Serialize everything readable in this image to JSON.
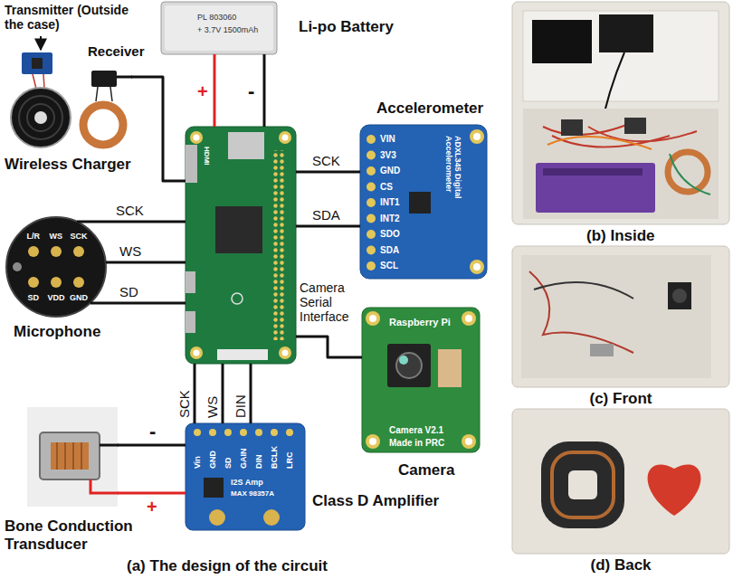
{
  "diagram": {
    "nodes": [
      {
        "text": [
          "Transmitter (Outside the case)"
        ]
      },
      {
        "text": [
          "Receiver"
        ]
      },
      {
        "text": [
          "Li-po Battery",
          "PL 803060",
          "+ 3.7V 1500mAh"
        ]
      },
      {
        "text": [
          "HDMI"
        ]
      },
      {
        "text": [
          "Accelerometer",
          "VIN",
          "3V3",
          "GND",
          "CS",
          "INT1",
          "INT2",
          "SDO",
          "SDA",
          "SCL",
          "ADXL345 Digital Accelerometer"
        ]
      },
      {
        "text": [
          "Microphone",
          "L/R",
          "WS",
          "SCK",
          "SD",
          "VDD",
          "GND"
        ]
      },
      {
        "text": [
          "Camera",
          "Raspberry Pi",
          "Camera V2.1",
          "Made in PRC"
        ]
      },
      {
        "text": [
          "Class D Amplifier",
          "Vin",
          "GND",
          "SD",
          "GAIN",
          "DIN",
          "BCLK",
          "LRC",
          "I2S Amp",
          "MAX 98357A"
        ]
      },
      {
        "text": [
          "Bone Conduction Transducer"
        ]
      }
    ],
    "edges": [
      {
        "from": 1,
        "to": 3,
        "arrow": "none"
      },
      {
        "from": 2,
        "to": 3,
        "label": "+",
        "arrow": "none"
      },
      {
        "from": 2,
        "to": 3,
        "label": "-",
        "arrow": "none"
      },
      {
        "from": 5,
        "to": 3,
        "label": "SCK",
        "arrow": "none"
      },
      {
        "from": 5,
        "to": 3,
        "label": "WS",
        "arrow": "none"
      },
      {
        "from": 5,
        "to": 3,
        "label": "SD",
        "arrow": "none"
      },
      {
        "from": 3,
        "to": 4,
        "label": "SCK",
        "arrow": "none"
      },
      {
        "from": 3,
        "to": 4,
        "label": "SDA",
        "arrow": "none"
      },
      {
        "from": 3,
        "to": 6,
        "label": "Camera Serial Interface",
        "arrow": "none"
      },
      {
        "from": 3,
        "to": 7,
        "label": "SCK",
        "arrow": "none"
      },
      {
        "from": 3,
        "to": 7,
        "label": "WS",
        "arrow": "none"
      },
      {
        "from": 3,
        "to": 7,
        "label": "DIN",
        "arrow": "none"
      },
      {
        "from": 8,
        "to": 7,
        "label": "-",
        "arrow": "none"
      },
      {
        "from": 8,
        "to": 7,
        "label": "+",
        "arrow": "none"
      }
    ],
    "labels": [
      "Wireless Charger",
      "(a) The design of the circuit",
      "(b) Inside",
      "(c) Front",
      "(d) Back"
    ]
  }
}
